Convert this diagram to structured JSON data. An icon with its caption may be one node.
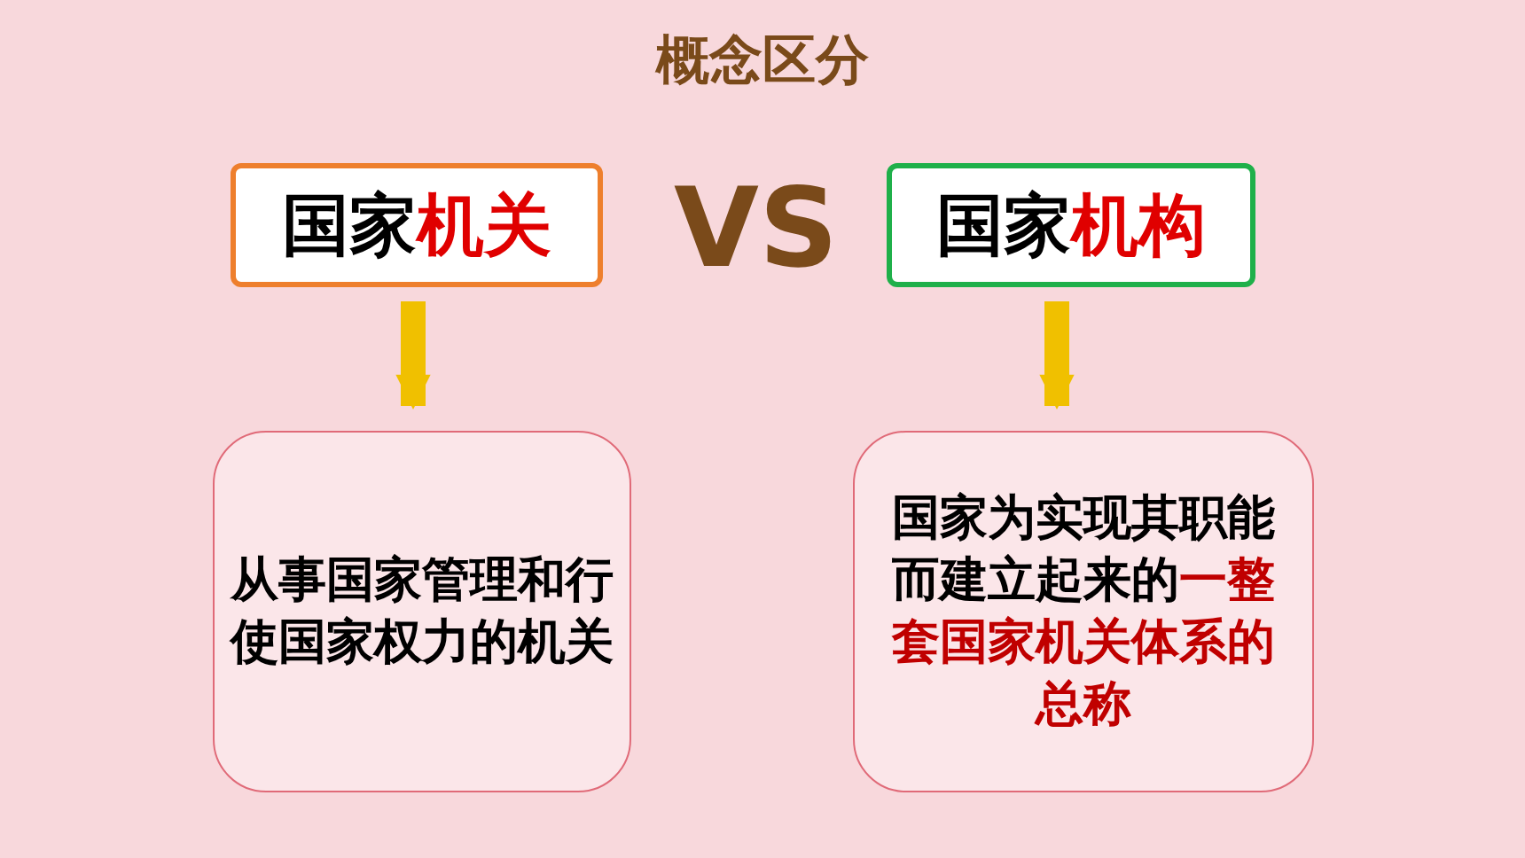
{
  "diagram": {
    "title": "概念区分",
    "nodes": [
      {
        "text": [
          "国家**机关**"
        ]
      },
      {
        "text": [
          "国家**机构**"
        ]
      },
      {
        "text": [
          "从事国家管理和行使国家权力的机关"
        ]
      },
      {
        "text": [
          "国家为实现其职能而建立起来的**一整套国家机关体系的总称**"
        ]
      }
    ],
    "edges": [
      {
        "from": 0,
        "to": 2,
        "arrow": "to"
      },
      {
        "from": 1,
        "to": 3,
        "arrow": "to"
      }
    ],
    "labels": [
      "VS"
    ]
  }
}
